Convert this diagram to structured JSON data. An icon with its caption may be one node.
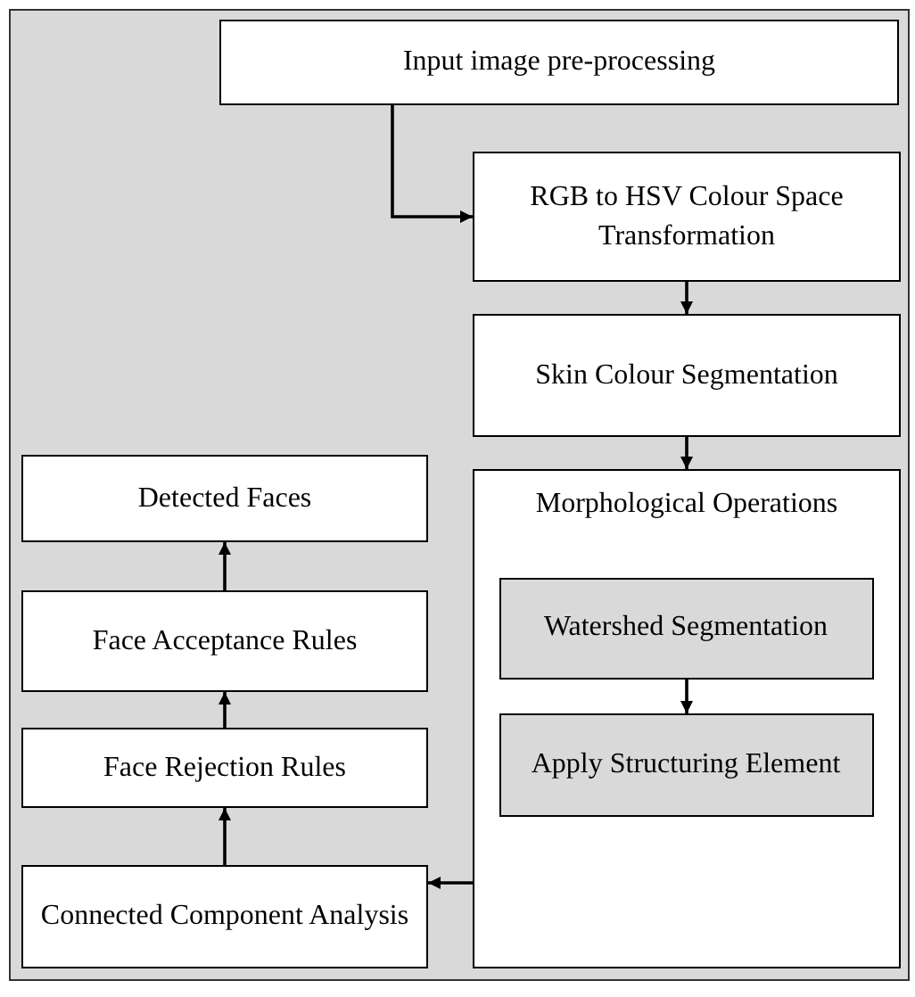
{
  "diagram": {
    "nodes": [
      {
        "text": [
          "Input image pre-processing"
        ]
      },
      {
        "text": [
          "RGB to HSV Colour Space Transformation"
        ]
      },
      {
        "text": [
          "Skin Colour Segmentation"
        ]
      },
      {
        "text": [
          "Morphological Operations"
        ]
      },
      {
        "text": [
          "Watershed Segmentation"
        ],
        "in": 3
      },
      {
        "text": [
          "Apply Structuring Element"
        ],
        "in": 3
      },
      {
        "text": [
          "Connected Component Analysis"
        ]
      },
      {
        "text": [
          "Face Rejection Rules"
        ]
      },
      {
        "text": [
          "Face Acceptance Rules"
        ]
      },
      {
        "text": [
          "Detected Faces"
        ]
      }
    ],
    "edges": [
      {
        "from": 0,
        "to": 1,
        "arrow": "to"
      },
      {
        "from": 1,
        "to": 2,
        "arrow": "to"
      },
      {
        "from": 2,
        "to": 3,
        "arrow": "to"
      },
      {
        "from": 4,
        "to": 5,
        "arrow": "to"
      },
      {
        "from": 3,
        "to": 6,
        "arrow": "to"
      },
      {
        "from": 6,
        "to": 7,
        "arrow": "to"
      },
      {
        "from": 7,
        "to": 8,
        "arrow": "to"
      },
      {
        "from": 8,
        "to": 9,
        "arrow": "to"
      }
    ]
  }
}
